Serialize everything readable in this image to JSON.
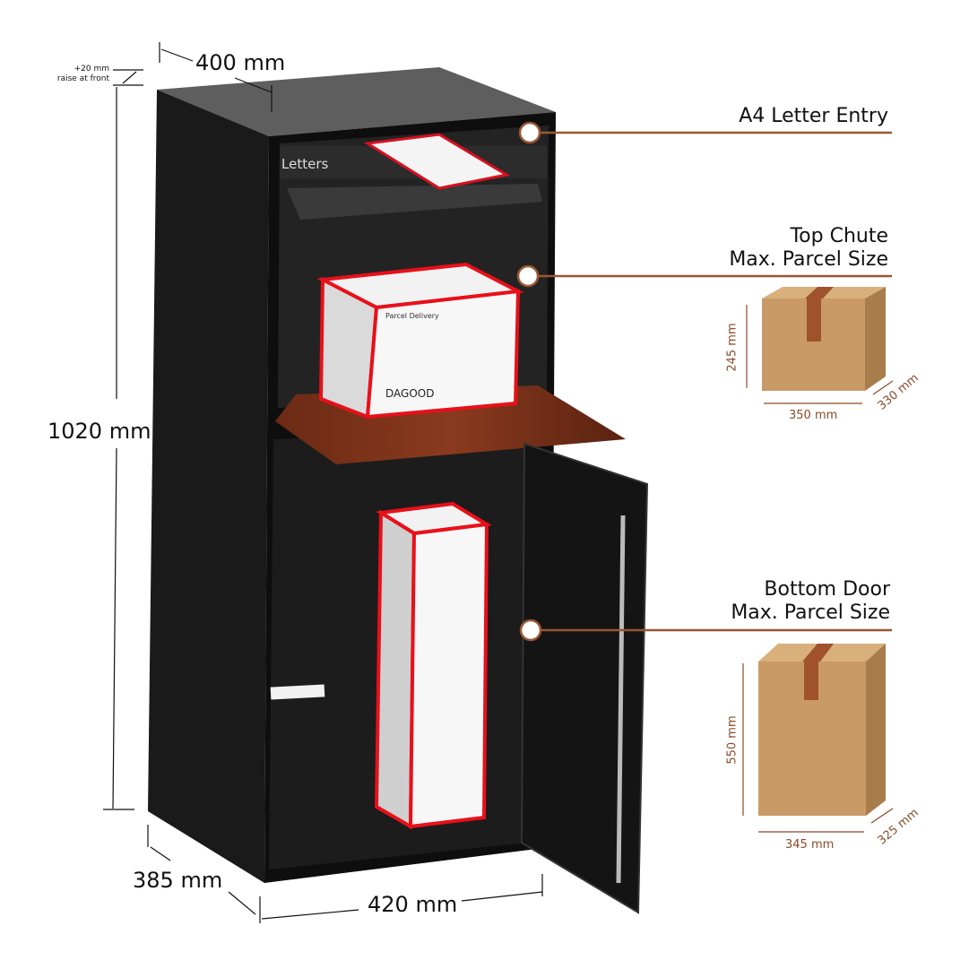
{
  "dimensions": {
    "depth_top": "400  mm",
    "raise_line1": "+20 mm",
    "raise_line2": "raise at front",
    "height": "1020 mm",
    "depth_bottom": "385  mm",
    "width": "420 mm"
  },
  "cabinet": {
    "slot_label": "Letters",
    "brand": "DAGOOD",
    "parcel_title": "Parcel Delivery"
  },
  "callouts": [
    {
      "line1": "A4 Letter Entry"
    },
    {
      "line1": "Top Chute",
      "line2": "Max. Parcel Size"
    },
    {
      "line1": "Bottom Door",
      "line2": "Max. Parcel Size"
    }
  ],
  "top_box": {
    "height": "245 mm",
    "width": "350 mm",
    "depth": "330 mm"
  },
  "bottom_box": {
    "height": "550 mm",
    "width": "345 mm",
    "depth": "325 mm"
  },
  "colors": {
    "accent": "#9a5634",
    "cabinet": "#151515",
    "cardboard": "#c99a66",
    "tape": "#a0522d",
    "parcel_red": "#e8101a"
  }
}
